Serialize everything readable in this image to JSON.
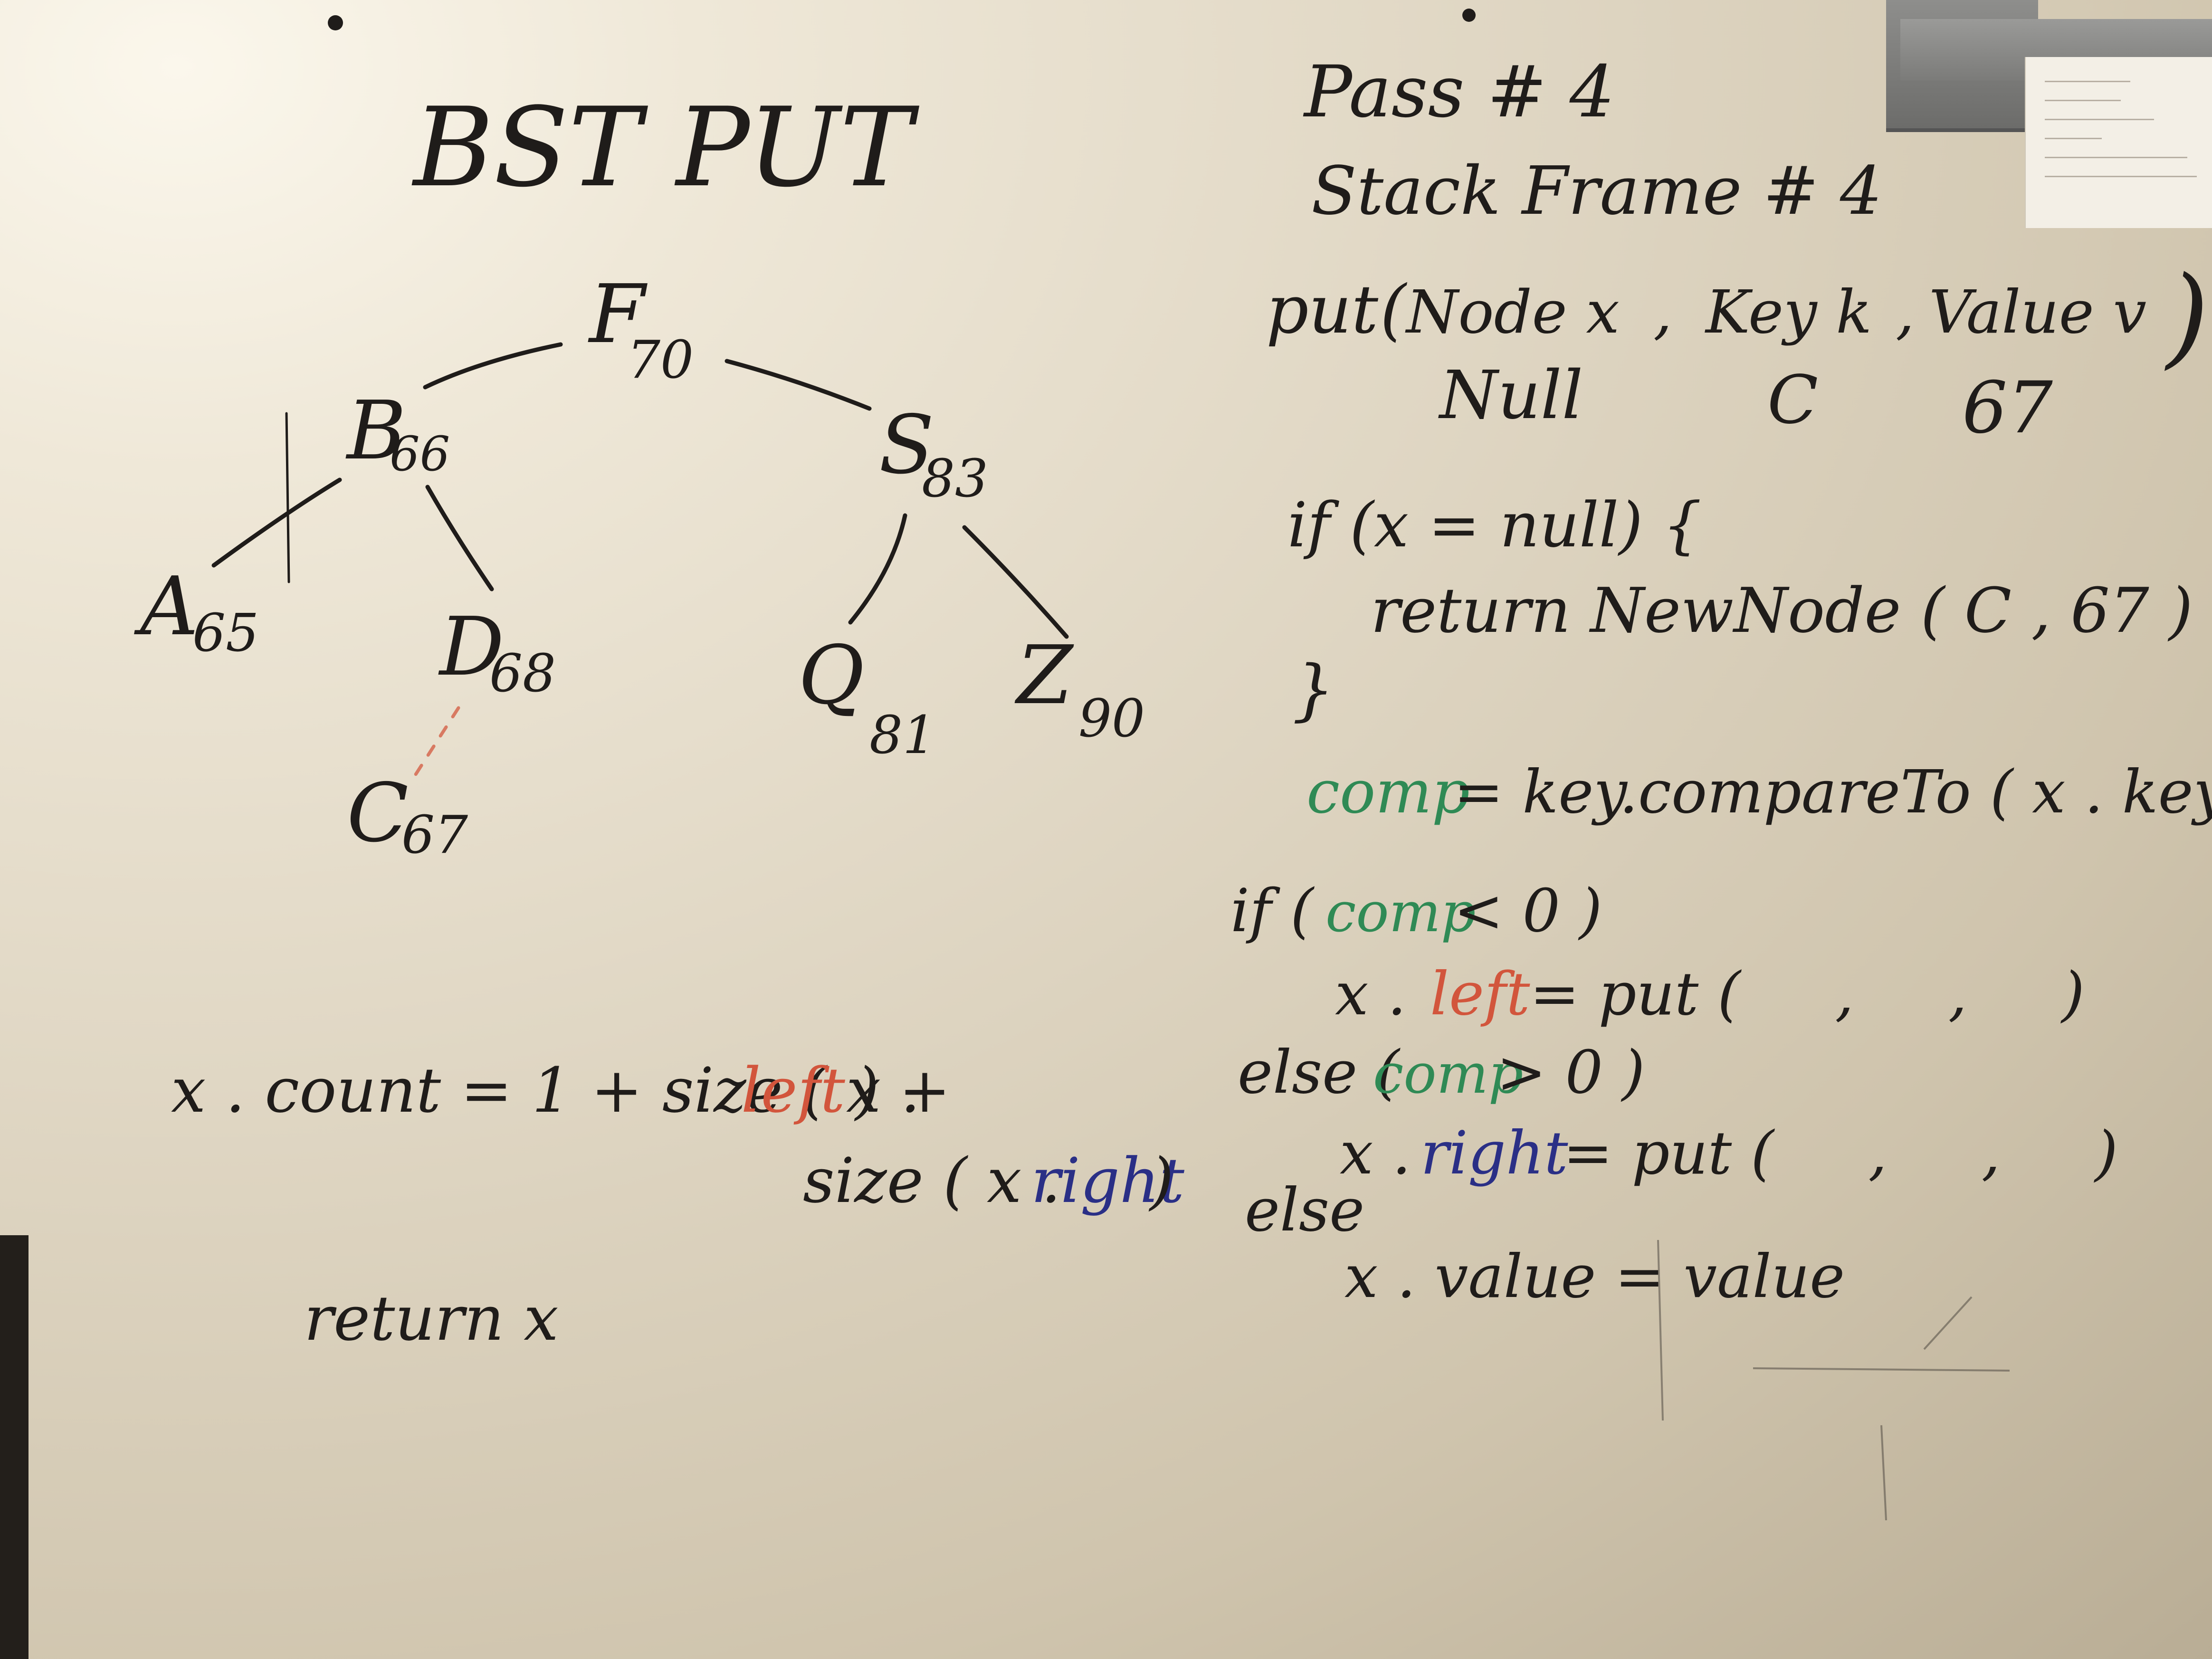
{
  "title": "BST PUT",
  "pass": "Pass # 4",
  "stack_frame": "Stack Frame # 4",
  "tree": {
    "nodes": [
      {
        "key": "F",
        "val": "70"
      },
      {
        "key": "B",
        "val": "66"
      },
      {
        "key": "S",
        "val": "83"
      },
      {
        "key": "A",
        "val": "65"
      },
      {
        "key": "D",
        "val": "68"
      },
      {
        "key": "Q",
        "val": "81"
      },
      {
        "key": "Z",
        "val": "90"
      },
      {
        "key": "C",
        "val": "67"
      }
    ]
  },
  "signature": {
    "name": "put",
    "p1": "Node x",
    "p2": "Key k",
    "p3": "Value v",
    "arg1": "Null",
    "arg2": "C",
    "arg3": "67"
  },
  "code": {
    "if_null": "if (x = null) {",
    "return_new": "return NewNode ( C , 67 )",
    "close_brace": "}",
    "comp_word": "comp",
    "comp_rhs": "= key.compareTo ( x . key )",
    "if_kw": "if (",
    "if_cond": "< 0 )",
    "x_left_pre": "x .",
    "left_word": "left",
    "put_empty": "= put (     ,     ,     )",
    "else_kw": "else (",
    "else_cond": "> 0 )",
    "x_right_pre": "x .",
    "right_word": "right",
    "put_empty2": "= put (     ,     ,     )",
    "else_plain": "else",
    "x_value": "x . value = value"
  },
  "bottom": {
    "count_pre": "x . count = 1 + size ( x .",
    "count_left": "left",
    "count_mid": ") +",
    "size_pre": "size ( x .",
    "size_right": "right",
    "size_post": ")",
    "return_x": "return x"
  },
  "colors": {
    "ink": "#1f1c1a",
    "green": "#2f8a55",
    "red": "#d2553c",
    "blue": "#2a2f86"
  }
}
